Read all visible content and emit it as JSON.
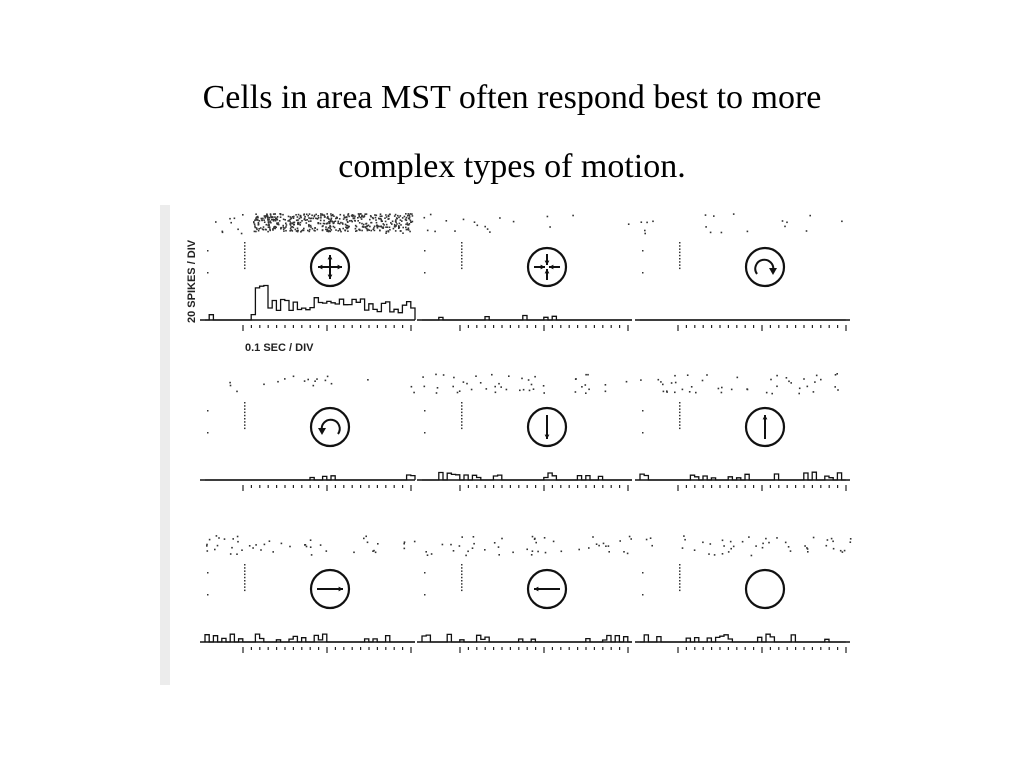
{
  "slide": {
    "title_line1": "Cells in area MST often respond best to more",
    "title_line2": "complex types of motion."
  },
  "figure": {
    "y_axis_label": "20 SPIKES / DIV",
    "x_axis_label": "0.1 SEC / DIV",
    "panels": [
      {
        "stimulus": "expansion",
        "icon": "expansion-icon",
        "response": "strong"
      },
      {
        "stimulus": "contraction",
        "icon": "contraction-icon",
        "response": "none"
      },
      {
        "stimulus": "clockwise rotation",
        "icon": "rotation-cw-icon",
        "response": "none"
      },
      {
        "stimulus": "counterclockwise rotation",
        "icon": "rotation-ccw-icon",
        "response": "none"
      },
      {
        "stimulus": "downward motion",
        "icon": "arrow-down-icon",
        "response": "weak"
      },
      {
        "stimulus": "upward motion",
        "icon": "arrow-up-icon",
        "response": "weak"
      },
      {
        "stimulus": "rightward motion",
        "icon": "arrow-right-icon",
        "response": "weak"
      },
      {
        "stimulus": "leftward motion",
        "icon": "arrow-left-icon",
        "response": "weak"
      },
      {
        "stimulus": "no motion",
        "icon": "empty-circle-icon",
        "response": "weak"
      }
    ]
  }
}
